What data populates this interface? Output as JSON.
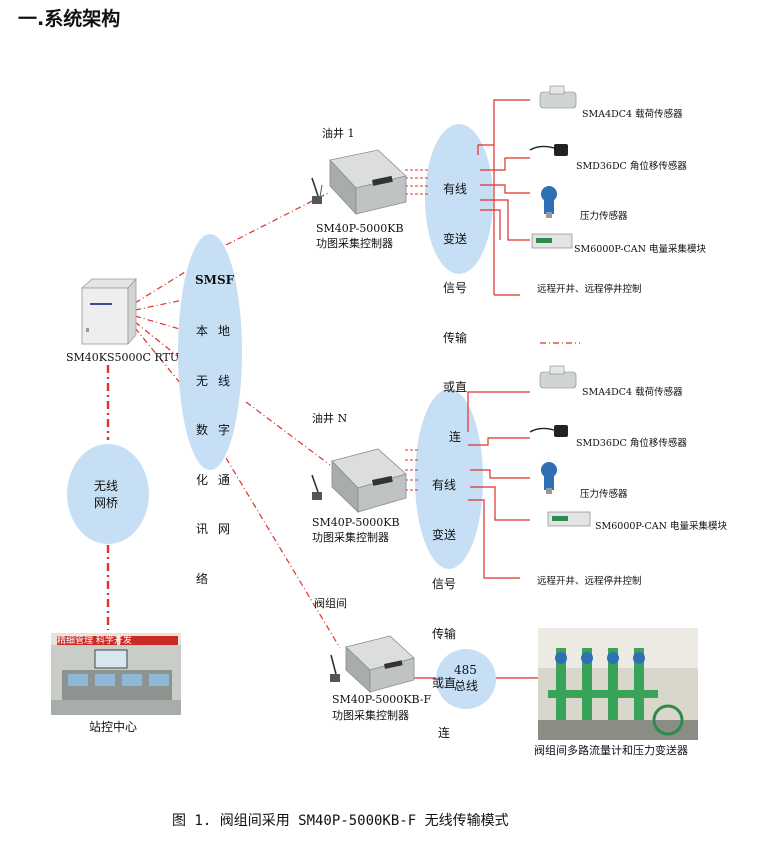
{
  "heading": "一.系统架构",
  "rtu": {
    "label": "SM40KS5000C RTU"
  },
  "center_network": {
    "title": "SMSF",
    "col_left": [
      "本",
      "无",
      "数",
      "化",
      "讯",
      "络"
    ],
    "col_right": [
      "地",
      "线",
      "字",
      "通",
      "网"
    ]
  },
  "bridge": {
    "line1": "无线",
    "line2": "网桥"
  },
  "station": {
    "label": "站控中心",
    "sign": "精细管理  科学开发"
  },
  "well1": {
    "title": "油井 1",
    "controller": [
      "SM40P-5000KB",
      "功图采集控制器"
    ],
    "bubble": [
      "有线",
      "变送",
      "信号",
      "传输",
      "或直",
      "连"
    ],
    "sensors": [
      "SMA4DC4 载荷传感器",
      "SMD36DC 角位移传感器",
      "压力传感器",
      "SM6000P-CAN 电量采集模块",
      "远程开井、远程停井控制"
    ]
  },
  "wellN": {
    "title": "油井 N",
    "controller": [
      "SM40P-5000KB",
      "功图采集控制器"
    ],
    "bubble": [
      "有线",
      "变送",
      "信号",
      "传输",
      "或直",
      "连"
    ],
    "sensors": [
      "SMA4DC4 载荷传感器",
      "SMD36DC 角位移传感器",
      "压力传感器",
      "SM6000P-CAN 电量采集模块",
      "远程开井、远程停井控制"
    ]
  },
  "valve": {
    "title": "阀组间",
    "controller": [
      "SM40P-5000KB-F",
      "功图采集控制器"
    ],
    "bus": [
      "485",
      "总线"
    ],
    "photo_label": "阀组间多路流量计和压力变送器"
  },
  "caption": "图 1. 阀组间采用 SM40P-5000KB-F 无线传输模式",
  "colors": {
    "red_line": "#e0302a",
    "bubble_fill": "#c7dff4",
    "device_gray": "#b9bdbd"
  }
}
